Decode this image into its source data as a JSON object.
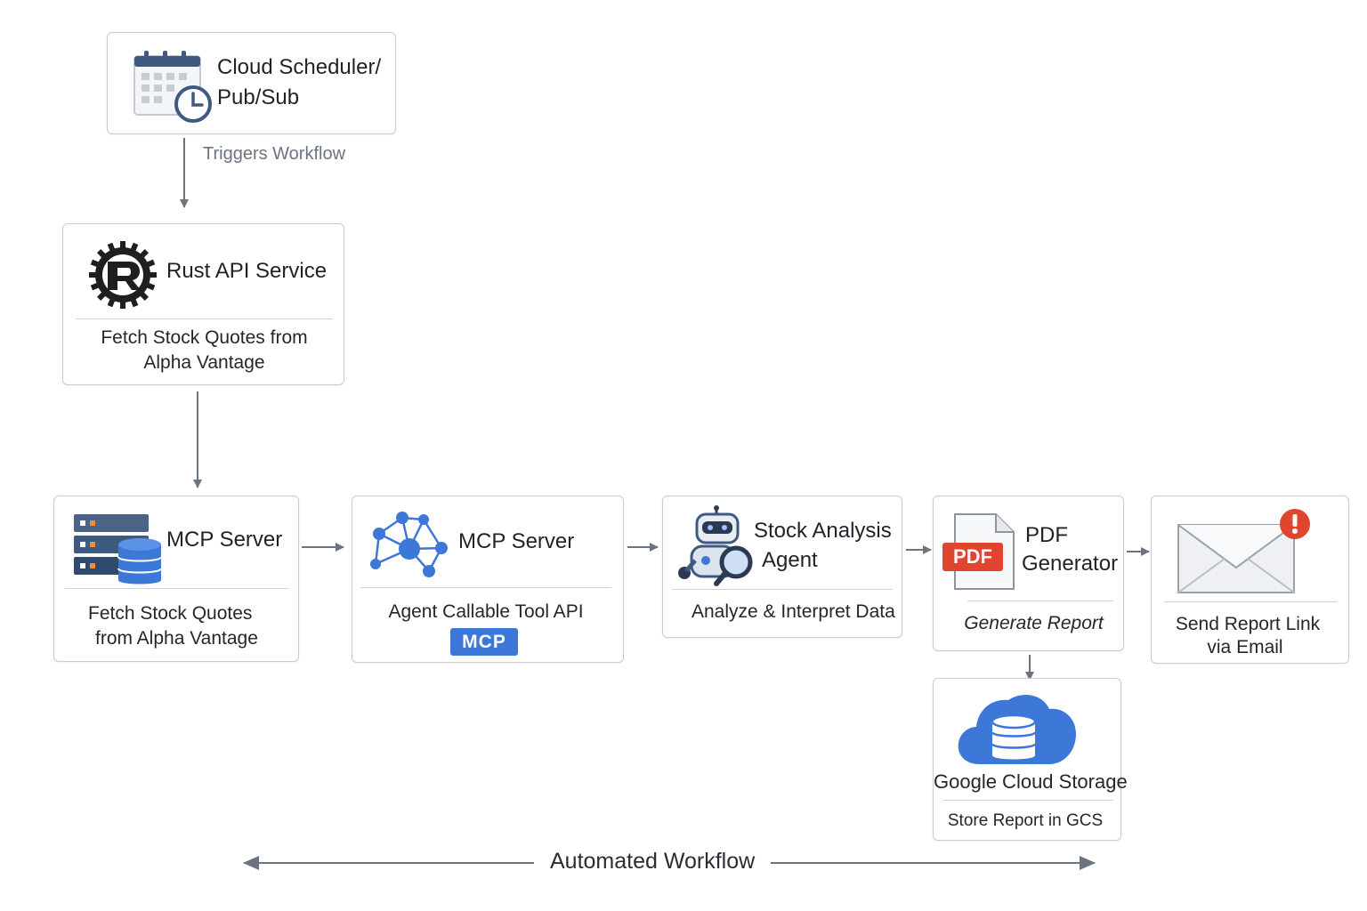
{
  "scheduler": {
    "title_line1": "Cloud Scheduler/",
    "title_line2": "Pub/Sub",
    "icon": "calendar-clock-icon"
  },
  "trigger_label": "Triggers Workflow",
  "rust": {
    "title": "Rust API Service",
    "desc_line1": "Fetch Stock Quotes from",
    "desc_line2": "Alpha Vantage",
    "icon": "rust-logo"
  },
  "mcp1": {
    "title": "MCP Server",
    "desc_line1": "Fetch Stock Quotes",
    "desc_line2": "from Alpha Vantage",
    "icon": "server-database-icon"
  },
  "mcp2": {
    "title": "MCP Server",
    "desc": "Agent Callable Tool API",
    "badge": "MCP",
    "icon": "network-nodes-icon"
  },
  "agent": {
    "title_line1": "Stock Analysis",
    "title_line2": "Agent",
    "desc": "Analyze & Interpret Data",
    "icon": "robot-magnifier-icon"
  },
  "pdf": {
    "title_line1": "PDF",
    "title_line2": "Generator",
    "desc": "Generate Report",
    "badge": "PDF",
    "icon": "pdf-file-icon"
  },
  "email": {
    "desc_line1": "Send Report Link",
    "desc_line2": "via Email",
    "icon": "envelope-alert-icon"
  },
  "gcs": {
    "title": "Google Cloud Storage",
    "desc": "Store Report in GCS",
    "icon": "cloud-database-icon"
  },
  "footer_label": "Automated Workflow",
  "colors": {
    "accent_blue": "#3d78d8",
    "navy": "#3e5a80",
    "arrow": "#6b7480",
    "pdf_red": "#e0452f"
  }
}
